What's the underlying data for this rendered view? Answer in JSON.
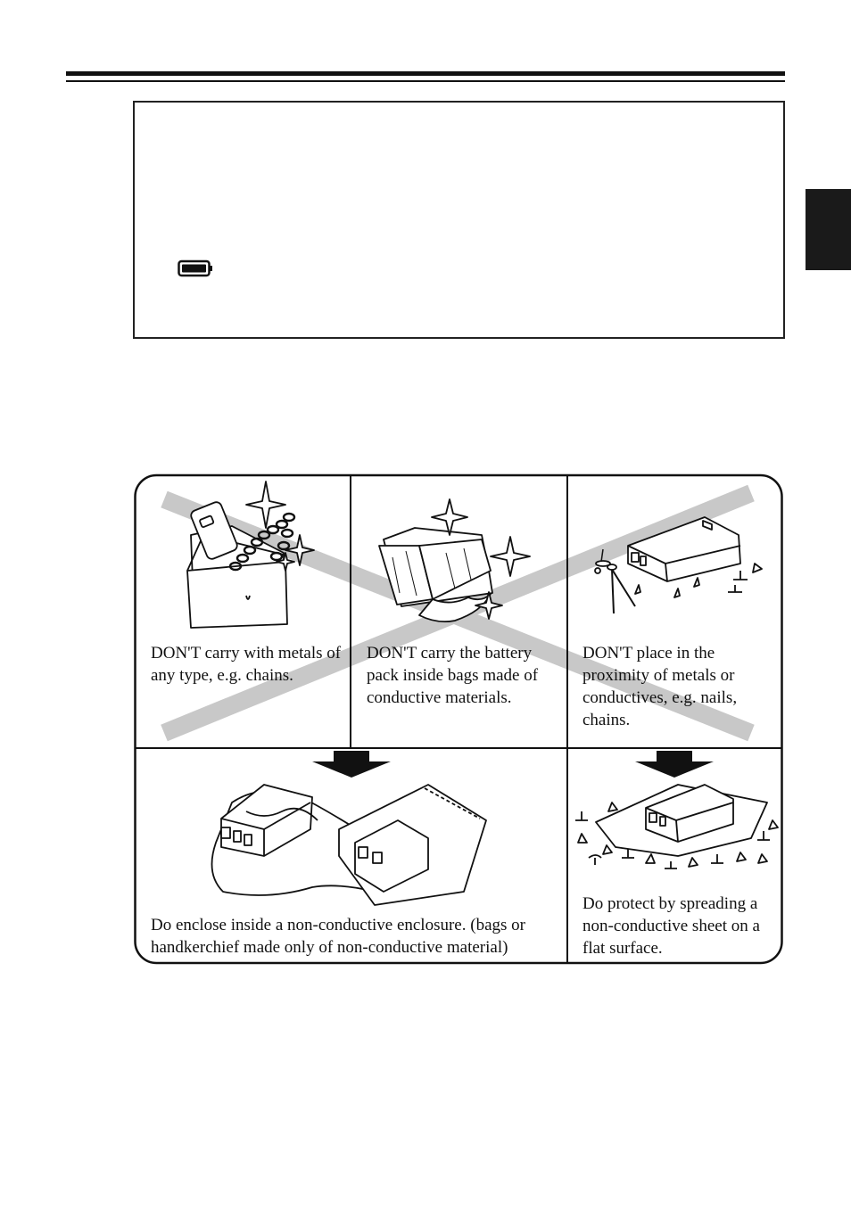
{
  "figure": {
    "panels": [
      {
        "caption": "DON'T carry with metals of any type, e.g. chains."
      },
      {
        "caption": "DON'T carry the battery pack inside bags made of conductive materials."
      },
      {
        "caption": "DON'T place in the proximity of metals or conductives, e.g. nails, chains."
      },
      {
        "caption": "Do enclose inside a non-conductive enclosure. (bags or handkerchief made only of non-conductive material)"
      },
      {
        "caption": "Do protect by spreading a non-conductive sheet on a flat surface."
      }
    ]
  },
  "colors": {
    "cross": "#c8c8c8",
    "ink": "#111111",
    "side_tab": "#1a1a1a"
  },
  "icons": [
    "battery-icon",
    "handbag-chain-icon",
    "metallic-bag-icon",
    "nails-pins-icon",
    "cloth-wrap-icon",
    "sheet-pins-icon",
    "down-arrow-icon"
  ]
}
